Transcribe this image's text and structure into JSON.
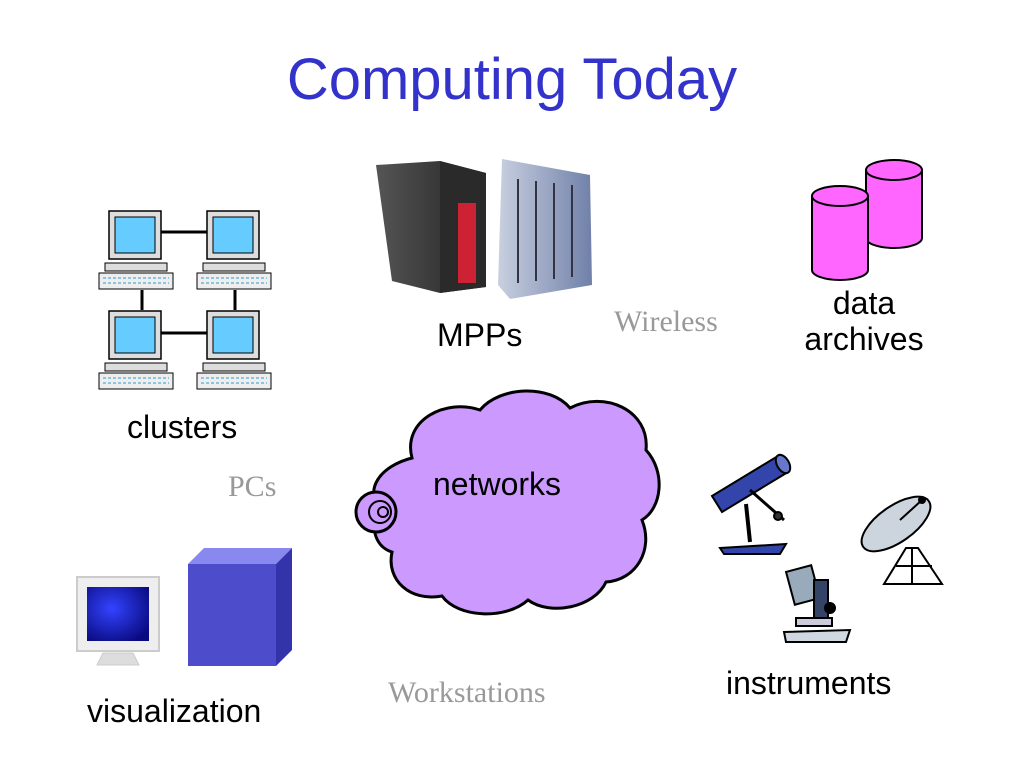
{
  "slide": {
    "title": "Computing Today"
  },
  "nodes": {
    "clusters": "clusters",
    "mpps": "MPPs",
    "data_archives_line1": "data",
    "data_archives_line2": "archives",
    "networks": "networks",
    "visualization": "visualization",
    "instruments": "instruments"
  },
  "ghost_labels": {
    "wireless": "Wireless",
    "pcs": "PCs",
    "workstations": "Workstations"
  },
  "colors": {
    "title": "#3333cc",
    "cloud_fill": "#cc99ff",
    "archive_fill": "#ff66ff",
    "screen_fill": "#66ccff",
    "ghost_text": "#999999",
    "cube_fill": "#4d4dcc"
  },
  "icons": [
    "cluster-pc-icon",
    "supercomputer-icon",
    "database-cylinder-icon",
    "network-cloud-icon",
    "monitor-icon",
    "cube-icon",
    "telescope-icon",
    "microscope-icon",
    "satellite-dish-icon"
  ]
}
